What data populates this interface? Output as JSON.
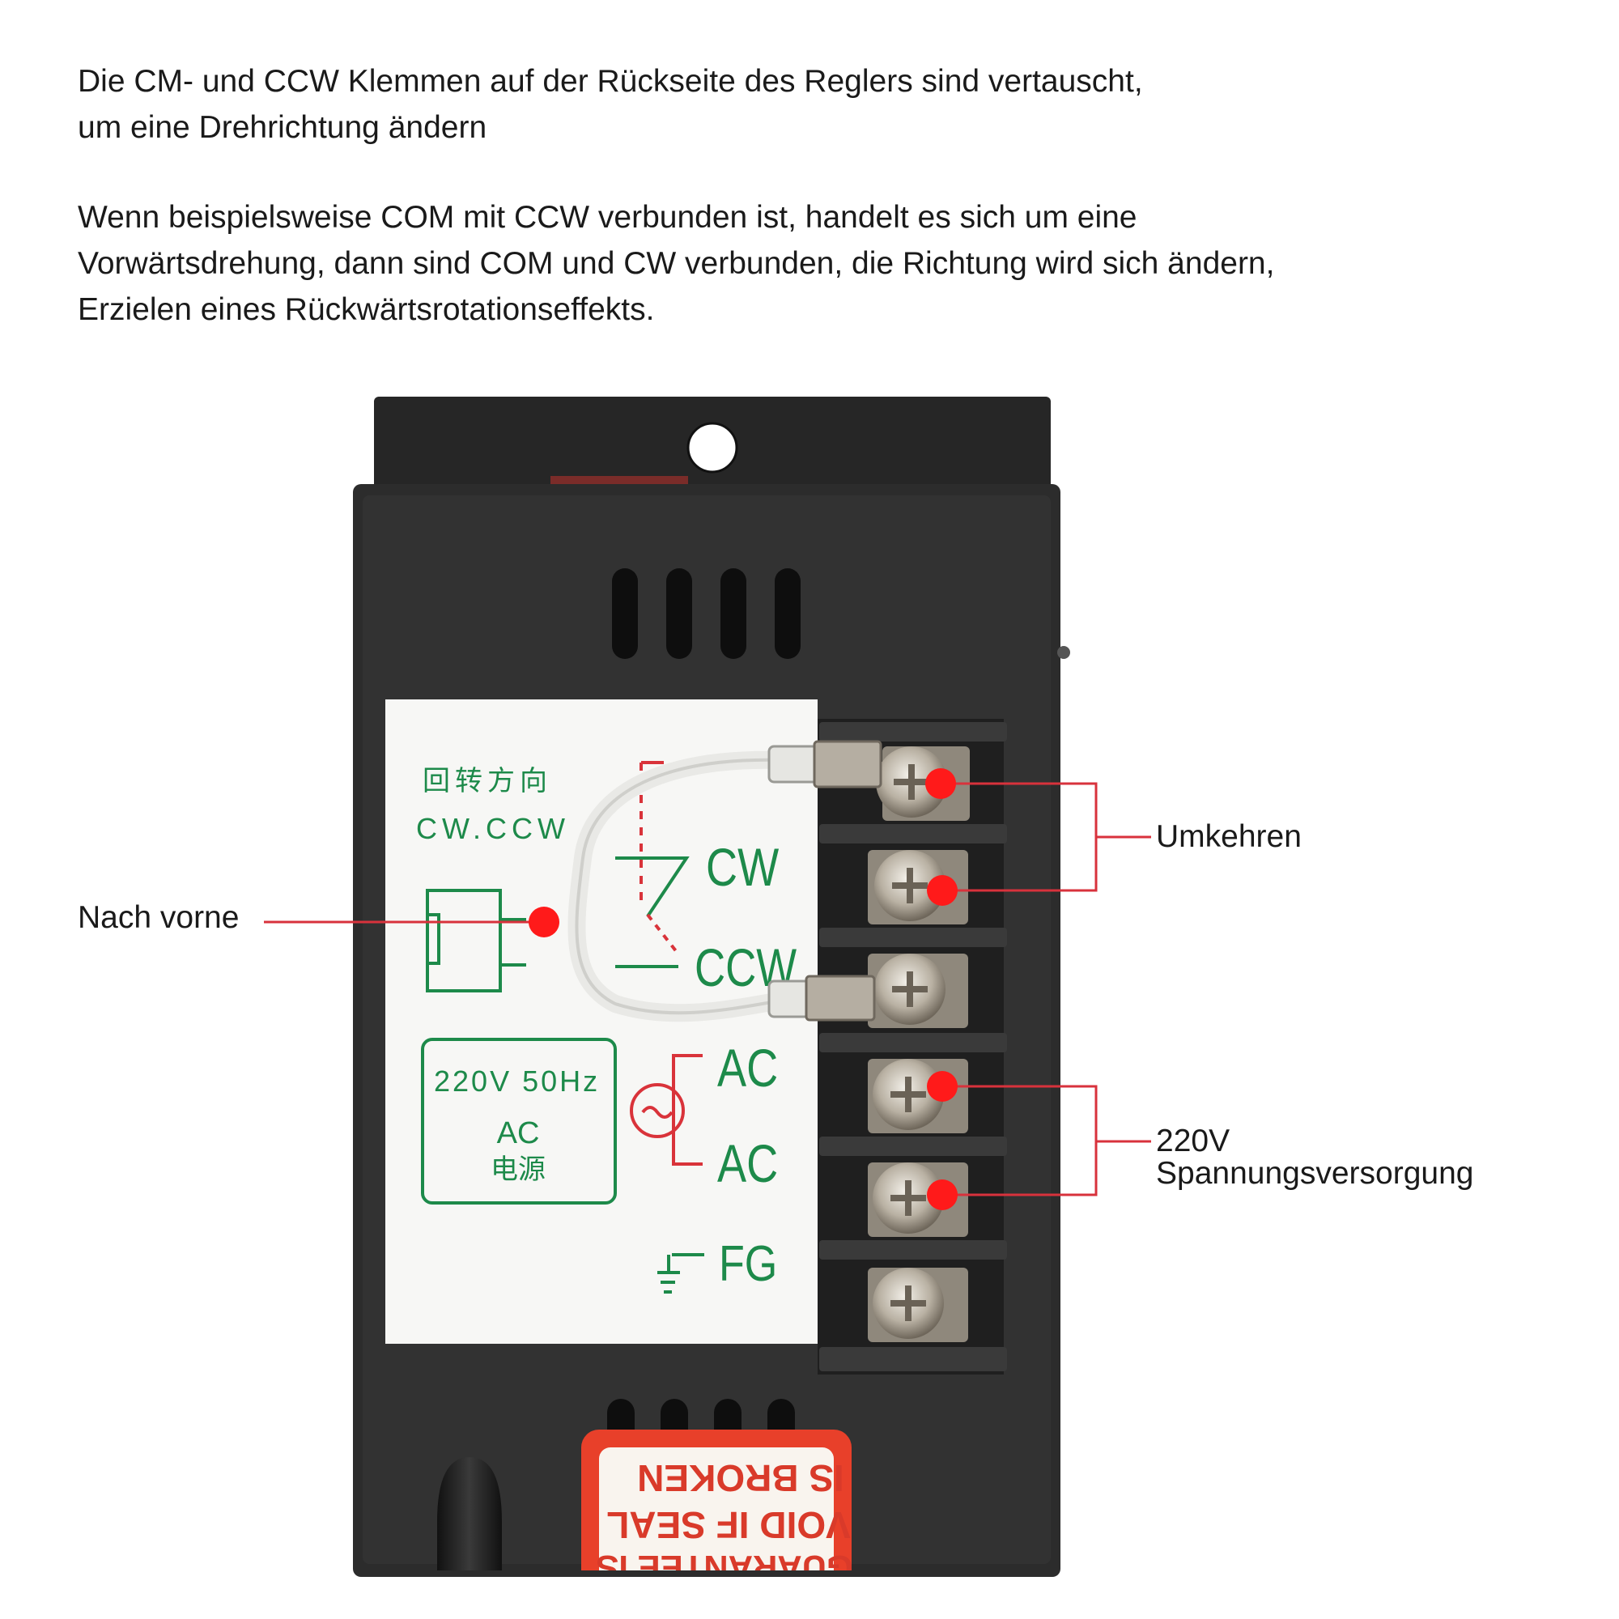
{
  "intro": {
    "paragraph_1": [
      "Die CM- und CCW Klemmen auf der Rückseite des Reglers sind vertauscht,",
      "um eine Drehrichtung ändern"
    ],
    "paragraph_2": [
      "Wenn beispielsweise COM mit CCW verbunden ist, handelt es sich um eine",
      "Vorwärtsdrehung, dann sind COM und CW verbunden, die Richtung wird sich ändern,",
      "Erzielen eines Rückwärtsrotationseffekts."
    ]
  },
  "callouts": {
    "forward": "Nach vorne",
    "reverse": "Umkehren",
    "power_line1": "220V",
    "power_line2": "Spannungsversorgung"
  },
  "panel_label": {
    "direction_title": "回转方向",
    "direction_code": "CW.CCW",
    "power_rating": "220V 50Hz",
    "power_type": "AC",
    "power_source": "电源",
    "terminal_cw": "CW",
    "terminal_ccw": "CCW",
    "terminal_ac1": "AC",
    "terminal_ac2": "AC",
    "terminal_fg": "FG"
  },
  "seal_sticker": {
    "line1": "IS BROKEN",
    "line2": "VOID IF SEAL",
    "line3": "GUARANTEE IS"
  },
  "colors": {
    "callout_line": "#d8323c",
    "marker_dot": "#ff1a1a",
    "housing": "#2b2b2b",
    "label_green": "#1d8a4a",
    "sticker_red": "#e8402a"
  }
}
